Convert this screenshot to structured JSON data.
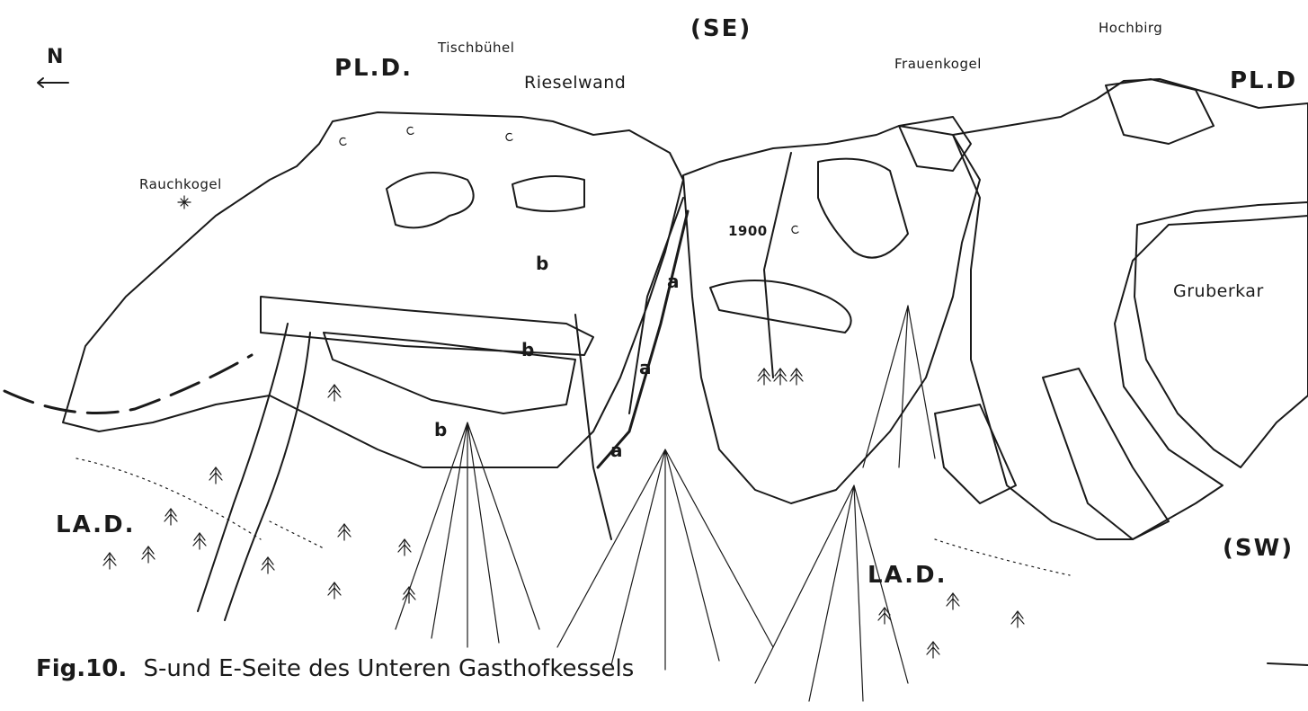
{
  "labels": {
    "north": "N",
    "southeast": "(SE)",
    "southwest": "(SW)",
    "tischbuehel": "Tischbühel",
    "rieselwand": "Rieselwand",
    "frauenkogel": "Frauenkogel",
    "hochbirg": "Hochbirg",
    "rauchkogel": "Rauchkogel",
    "gruberkar": "Gruberkar",
    "pld_left": "PL.D.",
    "pld_right": "PL.D",
    "lad_left": "LA.D.",
    "lad_right": "LA.D.",
    "elevation": "1900"
  },
  "markers": {
    "a": "a",
    "b": "b"
  },
  "caption": {
    "number": "Fig.10.",
    "text": "S-und E-Seite des Unteren Gasthofkessels"
  }
}
